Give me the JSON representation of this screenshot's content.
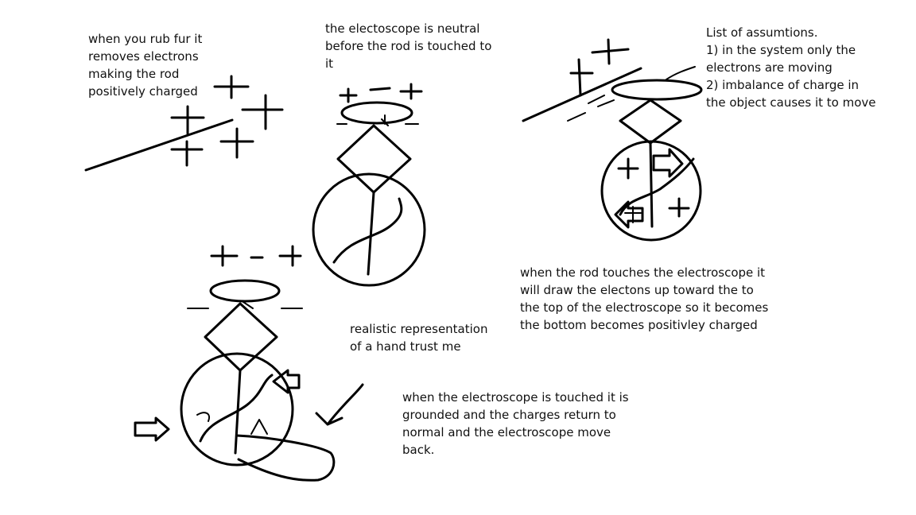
{
  "notes": {
    "rub_fur": "when you rub fur it\nremoves electrons\nmaking the rod\npositively charged",
    "neutral": "the electoscope is neutral\nbefore the rod is touched to\nit",
    "assumptions": "List of assumtions.\n1) in the system only the\nelectrons are moving\n2) imbalance of charge in\nthe object causes it to move",
    "rod_touches": "when the rod touches the electroscope it\nwill draw the electons up toward the to\nthe top of the electroscope so it becomes\nthe bottom becomes positivley charged",
    "hand": "realistic representation\nof a hand trust me",
    "grounded": "when the electroscope is touched it is\ngrounded and the charges return to\nnormal and the electroscope move\nback."
  },
  "colors": {
    "ink": "#000000",
    "background": "#ffffff"
  }
}
